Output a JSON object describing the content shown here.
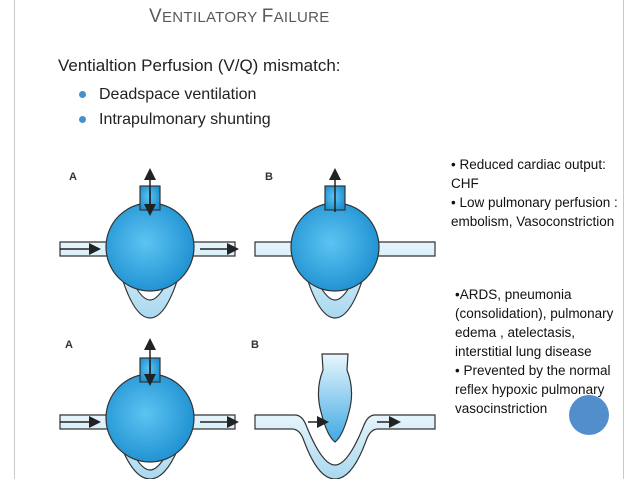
{
  "title": {
    "first_letter_1": "V",
    "rest_1": "ENTILATORY ",
    "first_letter_2": "F",
    "rest_2": "AILURE"
  },
  "subtitle": "Ventialtion Perfusion (V/Q) mismatch:",
  "bullets": [
    "Deadspace ventilation",
    "Intrapulmonary shunting"
  ],
  "diagram_labels": {
    "top_a": "A",
    "top_b": "B",
    "bottom_a": "A",
    "bottom_b": "B"
  },
  "note_deadspace": [
    "• Reduced cardiac output: CHF",
    "• Low pulmonary perfusion : embolism, Vasoconstriction"
  ],
  "note_shunt": [
    "•ARDS, pneumonia (consolidation), pulmonary edema , atelectasis, interstitial lung disease",
    "• Prevented by the normal reflex hypoxic pulmonary vasocinstriction"
  ],
  "colors": {
    "alveolus": "#2fa8e6",
    "vessel": "#bfe3f5",
    "bullet": "#4a90c8",
    "accent_circle": "#3f82c6"
  }
}
